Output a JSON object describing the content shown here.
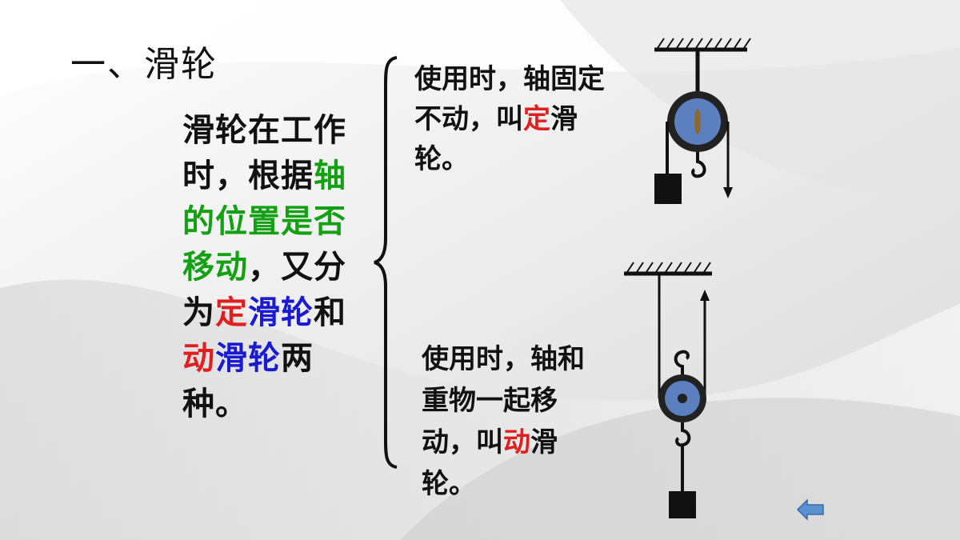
{
  "slide": {
    "title": "一、滑轮",
    "main_text": {
      "p1": "滑轮在工作时，根据",
      "p2": "轴的位置是否移动",
      "p3": "，又分为",
      "p4": "定",
      "p5": "滑轮",
      "p6": "和",
      "p7": "动",
      "p8": "滑轮",
      "p9": "两种。"
    },
    "fixed_pulley_desc": {
      "text": "使用时，轴固定不动，叫",
      "highlight": "定",
      "tail": "滑轮。"
    },
    "movable_pulley_desc": {
      "text": "使用时，轴和重物一起移动，叫",
      "highlight": "动",
      "tail": "滑轮。"
    },
    "colors": {
      "green": "#13a013",
      "red": "#e02020",
      "blue": "#1a1ad0",
      "pulley_blue": "#5b7fbf",
      "back_arrow": "#5a8fd0"
    },
    "icons": [
      "fixed-pulley-diagram",
      "movable-pulley-diagram",
      "back-arrow-icon"
    ]
  }
}
